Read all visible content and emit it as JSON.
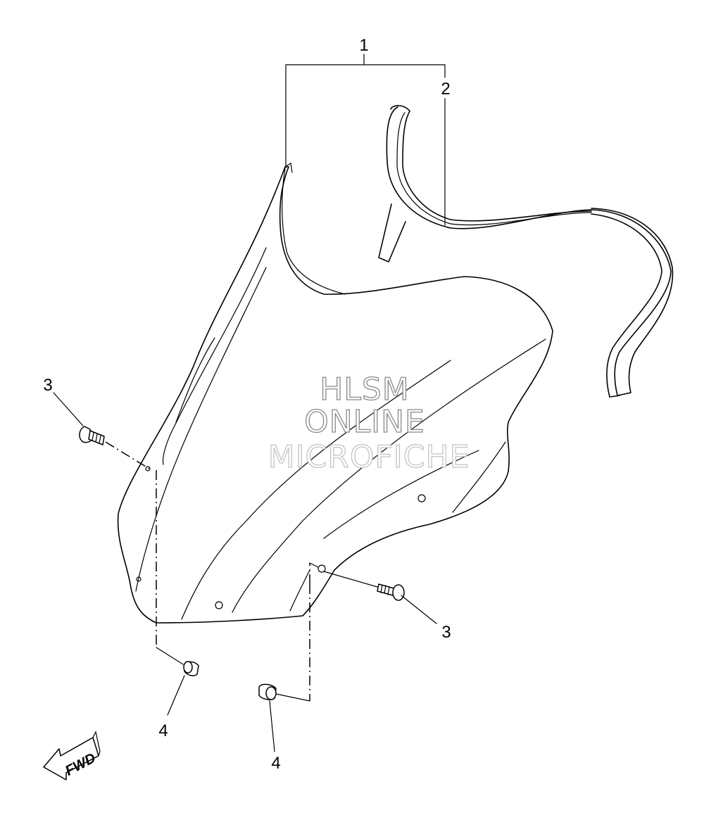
{
  "diagram": {
    "callouts": {
      "assembly": "1",
      "trim": "2",
      "screw_left": "3",
      "screw_right": "3",
      "nut_left": "4",
      "nut_right": "4"
    },
    "watermark": {
      "line1": "HLSM",
      "line2": "ONLINE",
      "line3": "MICROFICHE"
    },
    "direction_badge": "FWD"
  }
}
